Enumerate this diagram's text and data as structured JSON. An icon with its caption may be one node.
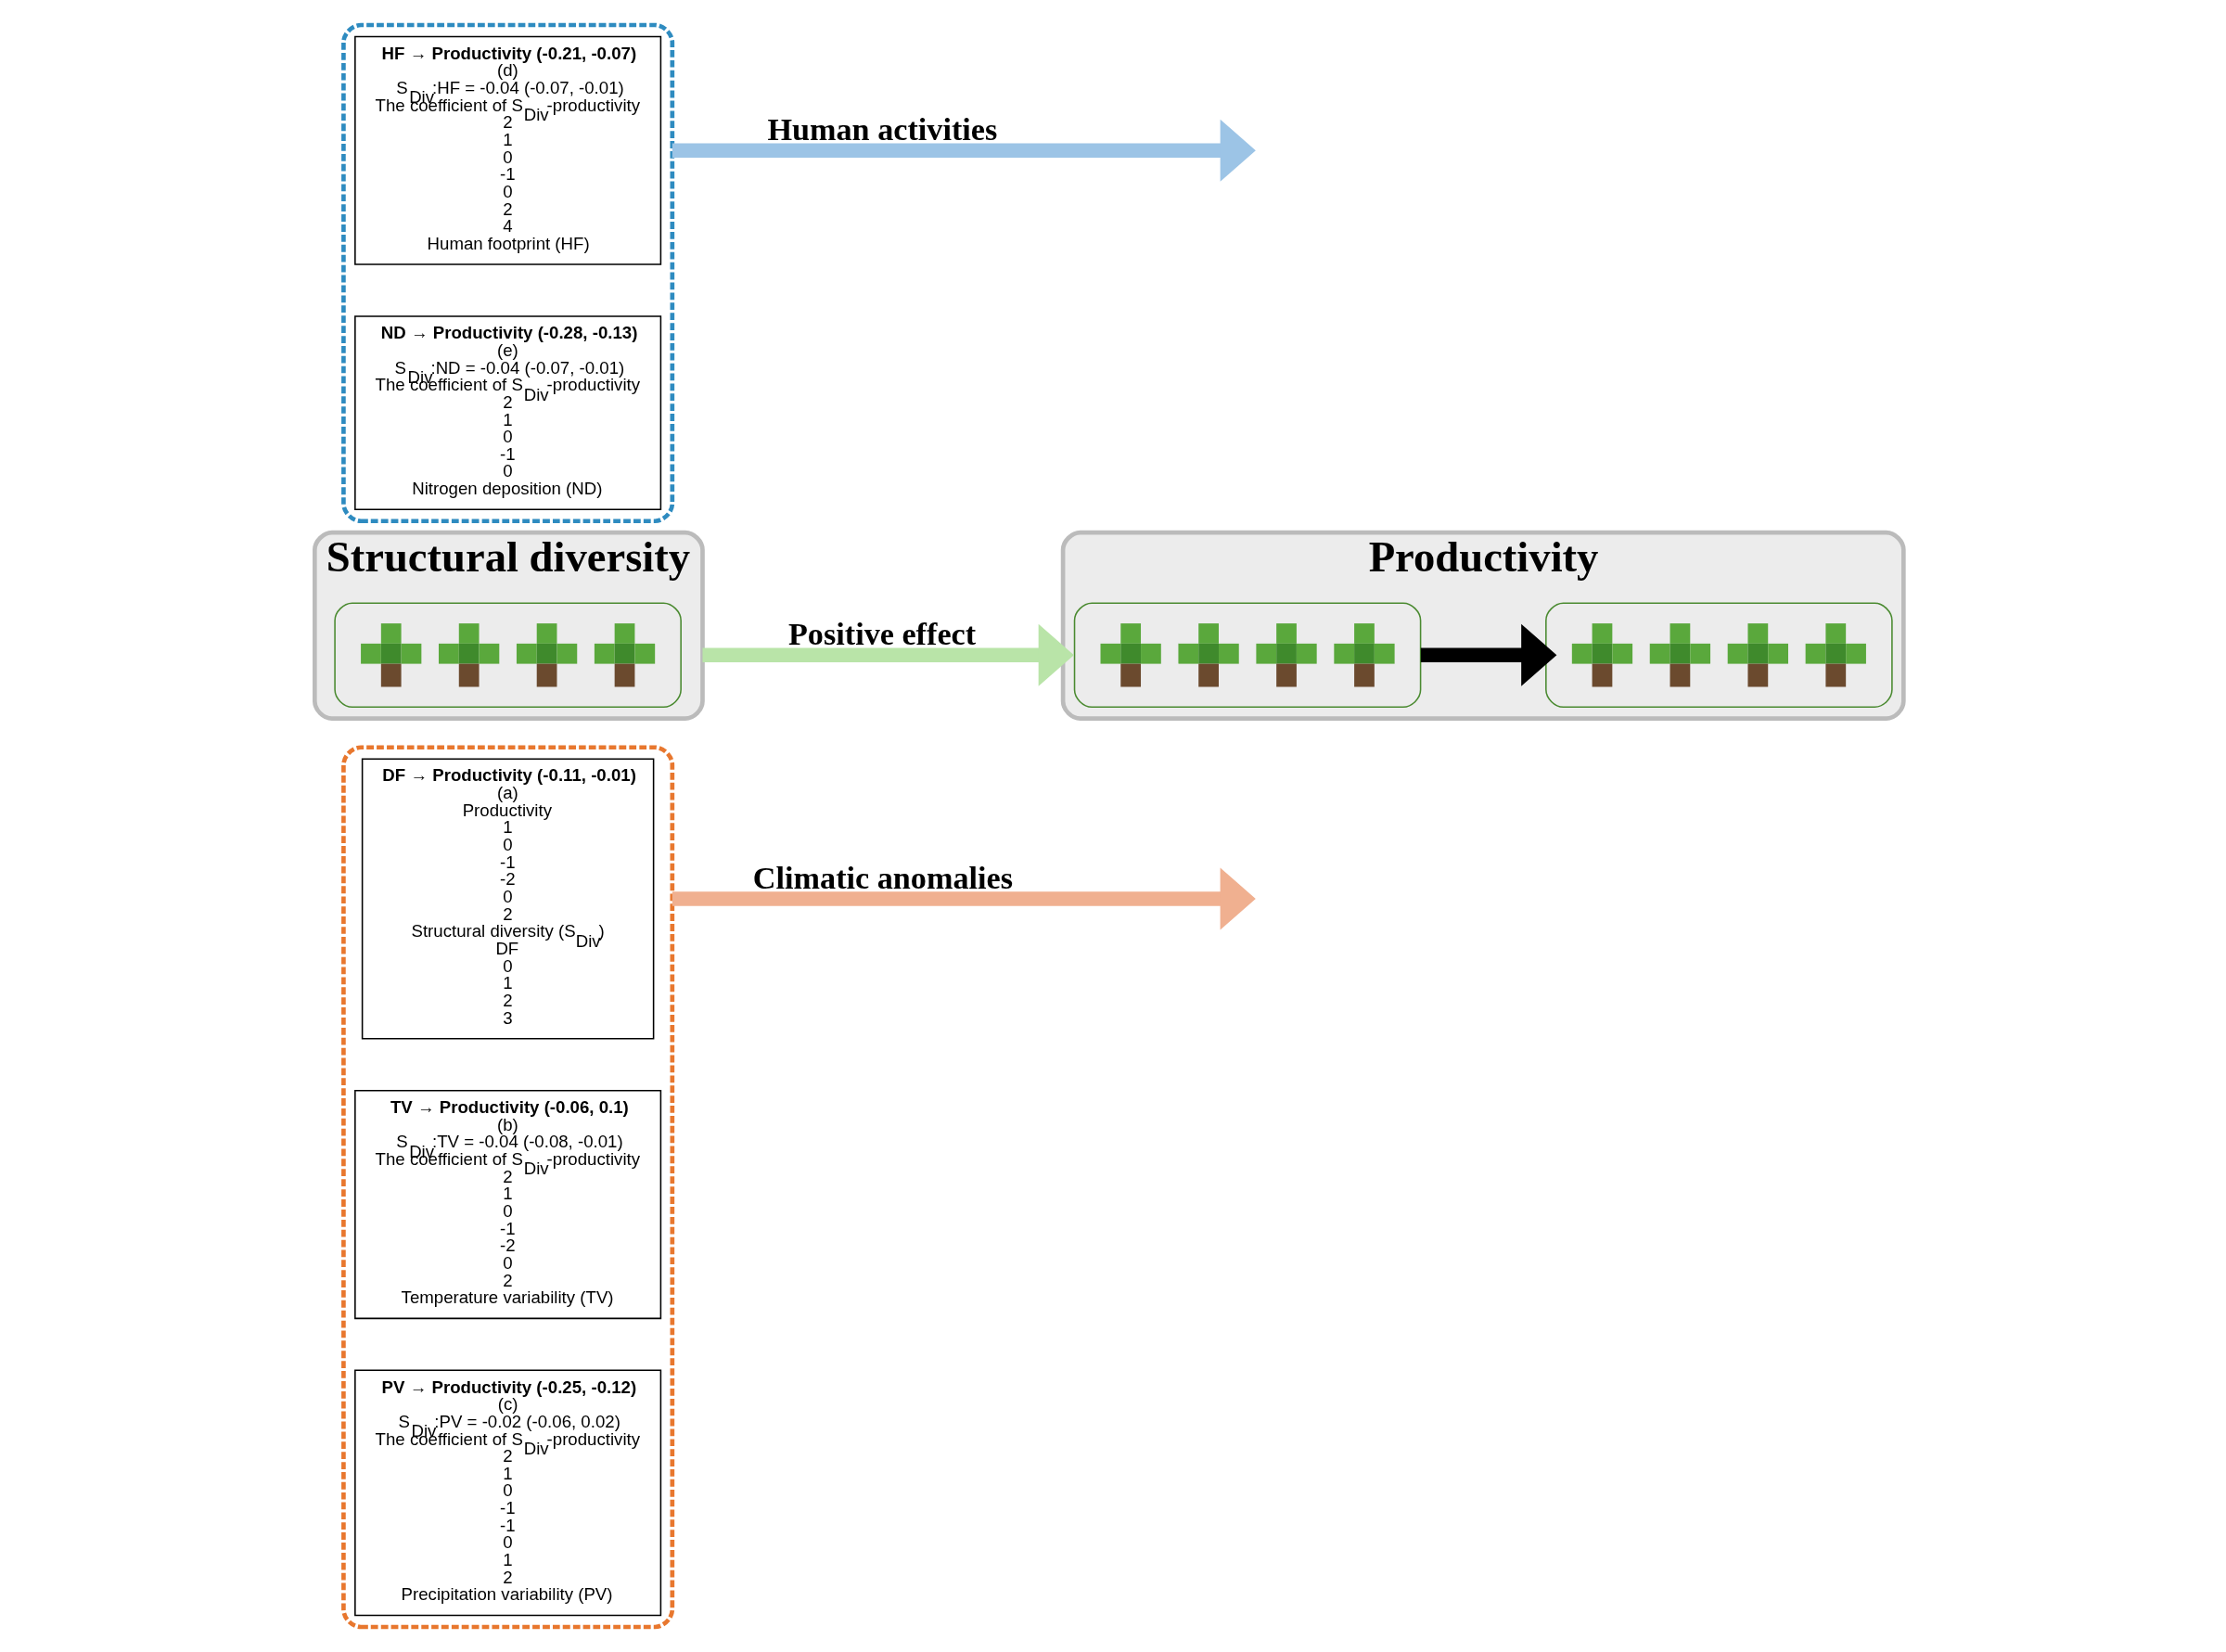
{
  "diagram": {
    "nodes": [
      {
        "text": [],
        "shape": "box"
      },
      {
        "text": [
          "DF → Productivity (-0.11, -0.01)",
          "(a)",
          "Productivity",
          "1",
          "0",
          "-1",
          "-2",
          "0",
          "2",
          "Structural diversity (S$_{Div}$)",
          "DF",
          "0",
          "1",
          "2",
          "3"
        ],
        "in": 0
      },
      {
        "text": [
          "TV → Productivity (-0.06, 0.1)",
          "(b)",
          "S$_{Div}$:TV = -0.04 (-0.08, -0.01)",
          "The coefficient of S$_{Div}$-productivity",
          "2",
          "1",
          "0",
          "-1",
          "-2",
          "0",
          "2",
          "Temperature variability (TV)"
        ],
        "in": 0
      },
      {
        "text": [
          "PV → Productivity (-0.25, -0.12)",
          "(c)",
          "S$_{Div}$:PV = -0.02 (-0.06, 0.02)",
          "The coefficient of S$_{Div}$-productivity",
          "2",
          "1",
          "0",
          "-1",
          "-1",
          "0",
          "1",
          "2",
          "Precipitation variability (PV)"
        ],
        "in": 0
      },
      {
        "text": [
          "Productivity"
        ]
      },
      {
        "text": [],
        "shape": "picture",
        "in": 4
      },
      {
        "text": [],
        "shape": "picture",
        "in": 4
      },
      {
        "text": [
          "Structural diversity"
        ]
      },
      {
        "text": [],
        "shape": "picture",
        "in": 7
      },
      {
        "text": [],
        "shape": "box"
      },
      {
        "text": [
          "HF → Productivity (-0.21, -0.07)",
          "(d)",
          "S$_{Div}$:HF = -0.04 (-0.07, -0.01)",
          "The coefficient of S$_{Div}$-productivity",
          "2",
          "1",
          "0",
          "-1",
          "0",
          "2",
          "4",
          "Human footprint (HF)"
        ],
        "in": 9
      },
      {
        "text": [
          "ND → Productivity (-0.28, -0.13)",
          "(e)",
          "S$_{Div}$:ND = -0.04 (-0.07, -0.01)",
          "The coefficient of S$_{Div}$-productivity",
          "2",
          "1",
          "0",
          "-1",
          "0",
          "Nitrogen deposition (ND)"
        ],
        "in": 9
      }
    ],
    "edges": [
      {
        "from": 5,
        "to": 6,
        "arrow": "to"
      },
      {
        "from": 7,
        "to": 4,
        "arrow": "to",
        "label": "Positive effect",
        "color": "#b9e4a8"
      },
      {
        "from": 0,
        "to": null,
        "arrow": "to",
        "label": "Climatic anomalies",
        "color": "#f0b090"
      },
      {
        "from": 9,
        "to": null,
        "arrow": "to",
        "label": "Human activities",
        "color": "#9cc4e6"
      }
    ]
  }
}
